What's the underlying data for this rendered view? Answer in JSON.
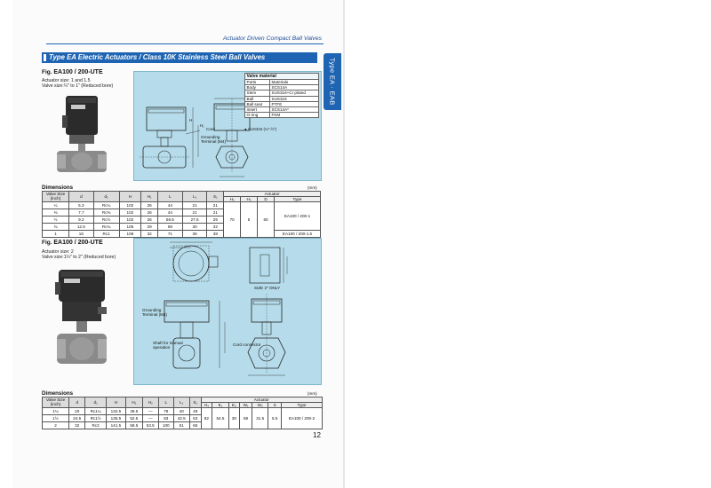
{
  "header": {
    "caption": "Actuator Driven Compact Ball Valves"
  },
  "side_tab": {
    "label": "Type EA · EAB"
  },
  "title": "Type EA Electric Actuators / Class 10K Stainless Steel Ball Valves",
  "section1": {
    "fig_prefix": "Fig.",
    "fig_name": "EA100 / 200-UTE",
    "spec_line1": "Actuator size: 1 and 1.5",
    "spec_line2": "Valve size:¼\" to 1\" (Reduced bore)",
    "valve_material": {
      "caption": "Valve material",
      "col_parts": "Parts",
      "col_materials": "Materials",
      "rows": [
        [
          "Body",
          "SCS14A"
        ],
        [
          "Stem",
          "SUS316+Cr plated"
        ],
        [
          "Ball",
          "SUS316"
        ],
        [
          "Ball seat",
          "PTFE"
        ],
        [
          "Insert",
          "SCS14A*"
        ],
        [
          "O-ring",
          "FKM"
        ]
      ],
      "note": "● SUS316 (¼\"-½\")"
    },
    "labels": {
      "cord": "Cord",
      "grounding": "Grounding\nTerminal (M4)"
    },
    "dimensions_label": "Dimensions",
    "mm": "(mm)",
    "dims_table": {
      "col_valve_size": "Valve Size\n(inch)",
      "col_d": "d",
      "col_d1": "d₁",
      "col_H": "H",
      "col_H1": "H₁",
      "col_L": "L",
      "col_L1": "L₁",
      "col_S1": "S₁",
      "actuator_header": "Actuator",
      "act_H2": "H₂",
      "act_H3": "H₃",
      "act_D": "D",
      "act_type": "Type",
      "rows": [
        [
          "¼",
          "5.3",
          "Rc¼",
          "102",
          "26",
          "44",
          "21",
          "21"
        ],
        [
          "⅜",
          "7.7",
          "Rc⅜",
          "102",
          "26",
          "44",
          "21",
          "21"
        ],
        [
          "½",
          "9.2",
          "Rc½",
          "102",
          "26",
          "56.5",
          "27.5",
          "25"
        ],
        [
          "¾",
          "12.5",
          "Rc¾",
          "105",
          "29",
          "59",
          "30",
          "32"
        ],
        [
          "1",
          "16",
          "Rc1",
          "108",
          "32",
          "71",
          "36",
          "38"
        ]
      ],
      "act_values": {
        "H2": "70",
        "H3": "5",
        "D": "60",
        "type_a": "EA100 / 200-1",
        "type_b": "EA100 / 200-1.5"
      }
    }
  },
  "section2": {
    "fig_prefix": "Fig.",
    "fig_name": "EA100 / 200-UTE",
    "spec_line1": "Actuator size: 2",
    "spec_line2": "Valve size:1¼\" to 2\" (Reduced bore)",
    "labels": {
      "size_only": "SIZE 2\" ONLY",
      "grounding": "Grounding\nTerminal (M4)",
      "shaft": "Shaft for manual\noperation",
      "cord_connector": "Cord connector"
    },
    "dimensions_label": "Dimensions",
    "mm": "(mm)",
    "dims_table": {
      "col_valve_size": "Valve Size\n(inch)",
      "col_d": "d",
      "col_d1": "d₁",
      "col_H": "H",
      "col_H1": "H₁",
      "col_H2": "H₂",
      "col_L": "L",
      "col_L1": "L₁",
      "col_S1": "S₁",
      "actuator_header": "Actuator",
      "act_H3": "H₃",
      "act_E1": "E₁",
      "act_E2": "E₂",
      "act_W1": "W₁",
      "act_W2": "W₂",
      "act_S": "S",
      "act_type": "Type",
      "rows": [
        [
          "1¼",
          "20",
          "Rc1¼",
          "132.5",
          "49.5",
          "—",
          "78",
          "40",
          "49"
        ],
        [
          "1½",
          "24.5",
          "Rc1½",
          "135.5",
          "52.5",
          "—",
          "83",
          "42.5",
          "53"
        ],
        [
          "2",
          "32",
          "Rc2",
          "141.5",
          "58.5",
          "53.5",
          "100",
          "51",
          "65"
        ]
      ],
      "act_values": {
        "H3": "82",
        "E1": "54.5",
        "E2": "30",
        "W1": "59",
        "W2": "31.5",
        "S": "5.5",
        "type": "EA100 / 200-2"
      }
    }
  },
  "page_number": "12",
  "colors": {
    "accent": "#1e64b2",
    "panel": "#b6dceb",
    "actuator_dark": "#2b2b2b"
  }
}
